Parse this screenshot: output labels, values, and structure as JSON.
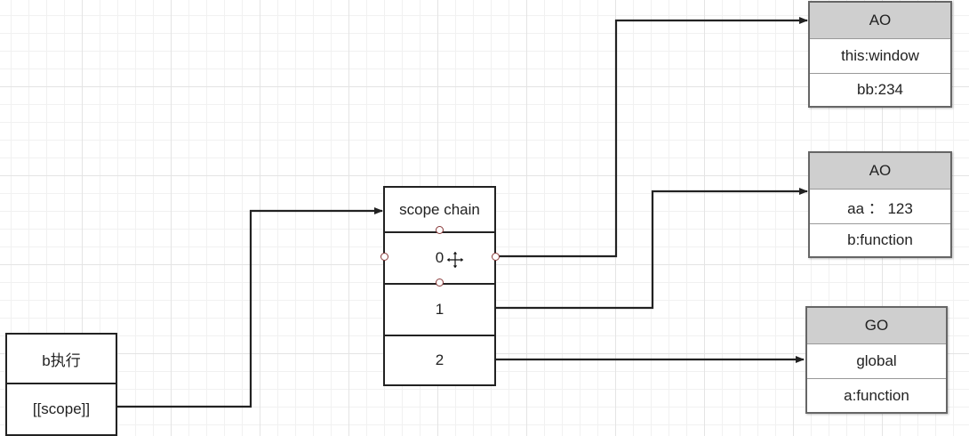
{
  "exec_box": {
    "title": "b执行",
    "scope": "[[scope]]"
  },
  "scope_chain": {
    "title": "scope chain",
    "slots": [
      "0",
      "1",
      "2"
    ]
  },
  "objects": [
    {
      "title": "AO",
      "props": [
        "this:window",
        "bb:234"
      ]
    },
    {
      "title": "AO",
      "props": [
        "aa ： 123",
        "b:function"
      ]
    },
    {
      "title": "GO",
      "props": [
        "global",
        "a:function"
      ]
    }
  ],
  "colors": {
    "line": "#222222",
    "header_fill": "#cfcfcf",
    "handle": "#8a3b3b"
  },
  "icons": {
    "cursor": "move-cursor-icon"
  }
}
